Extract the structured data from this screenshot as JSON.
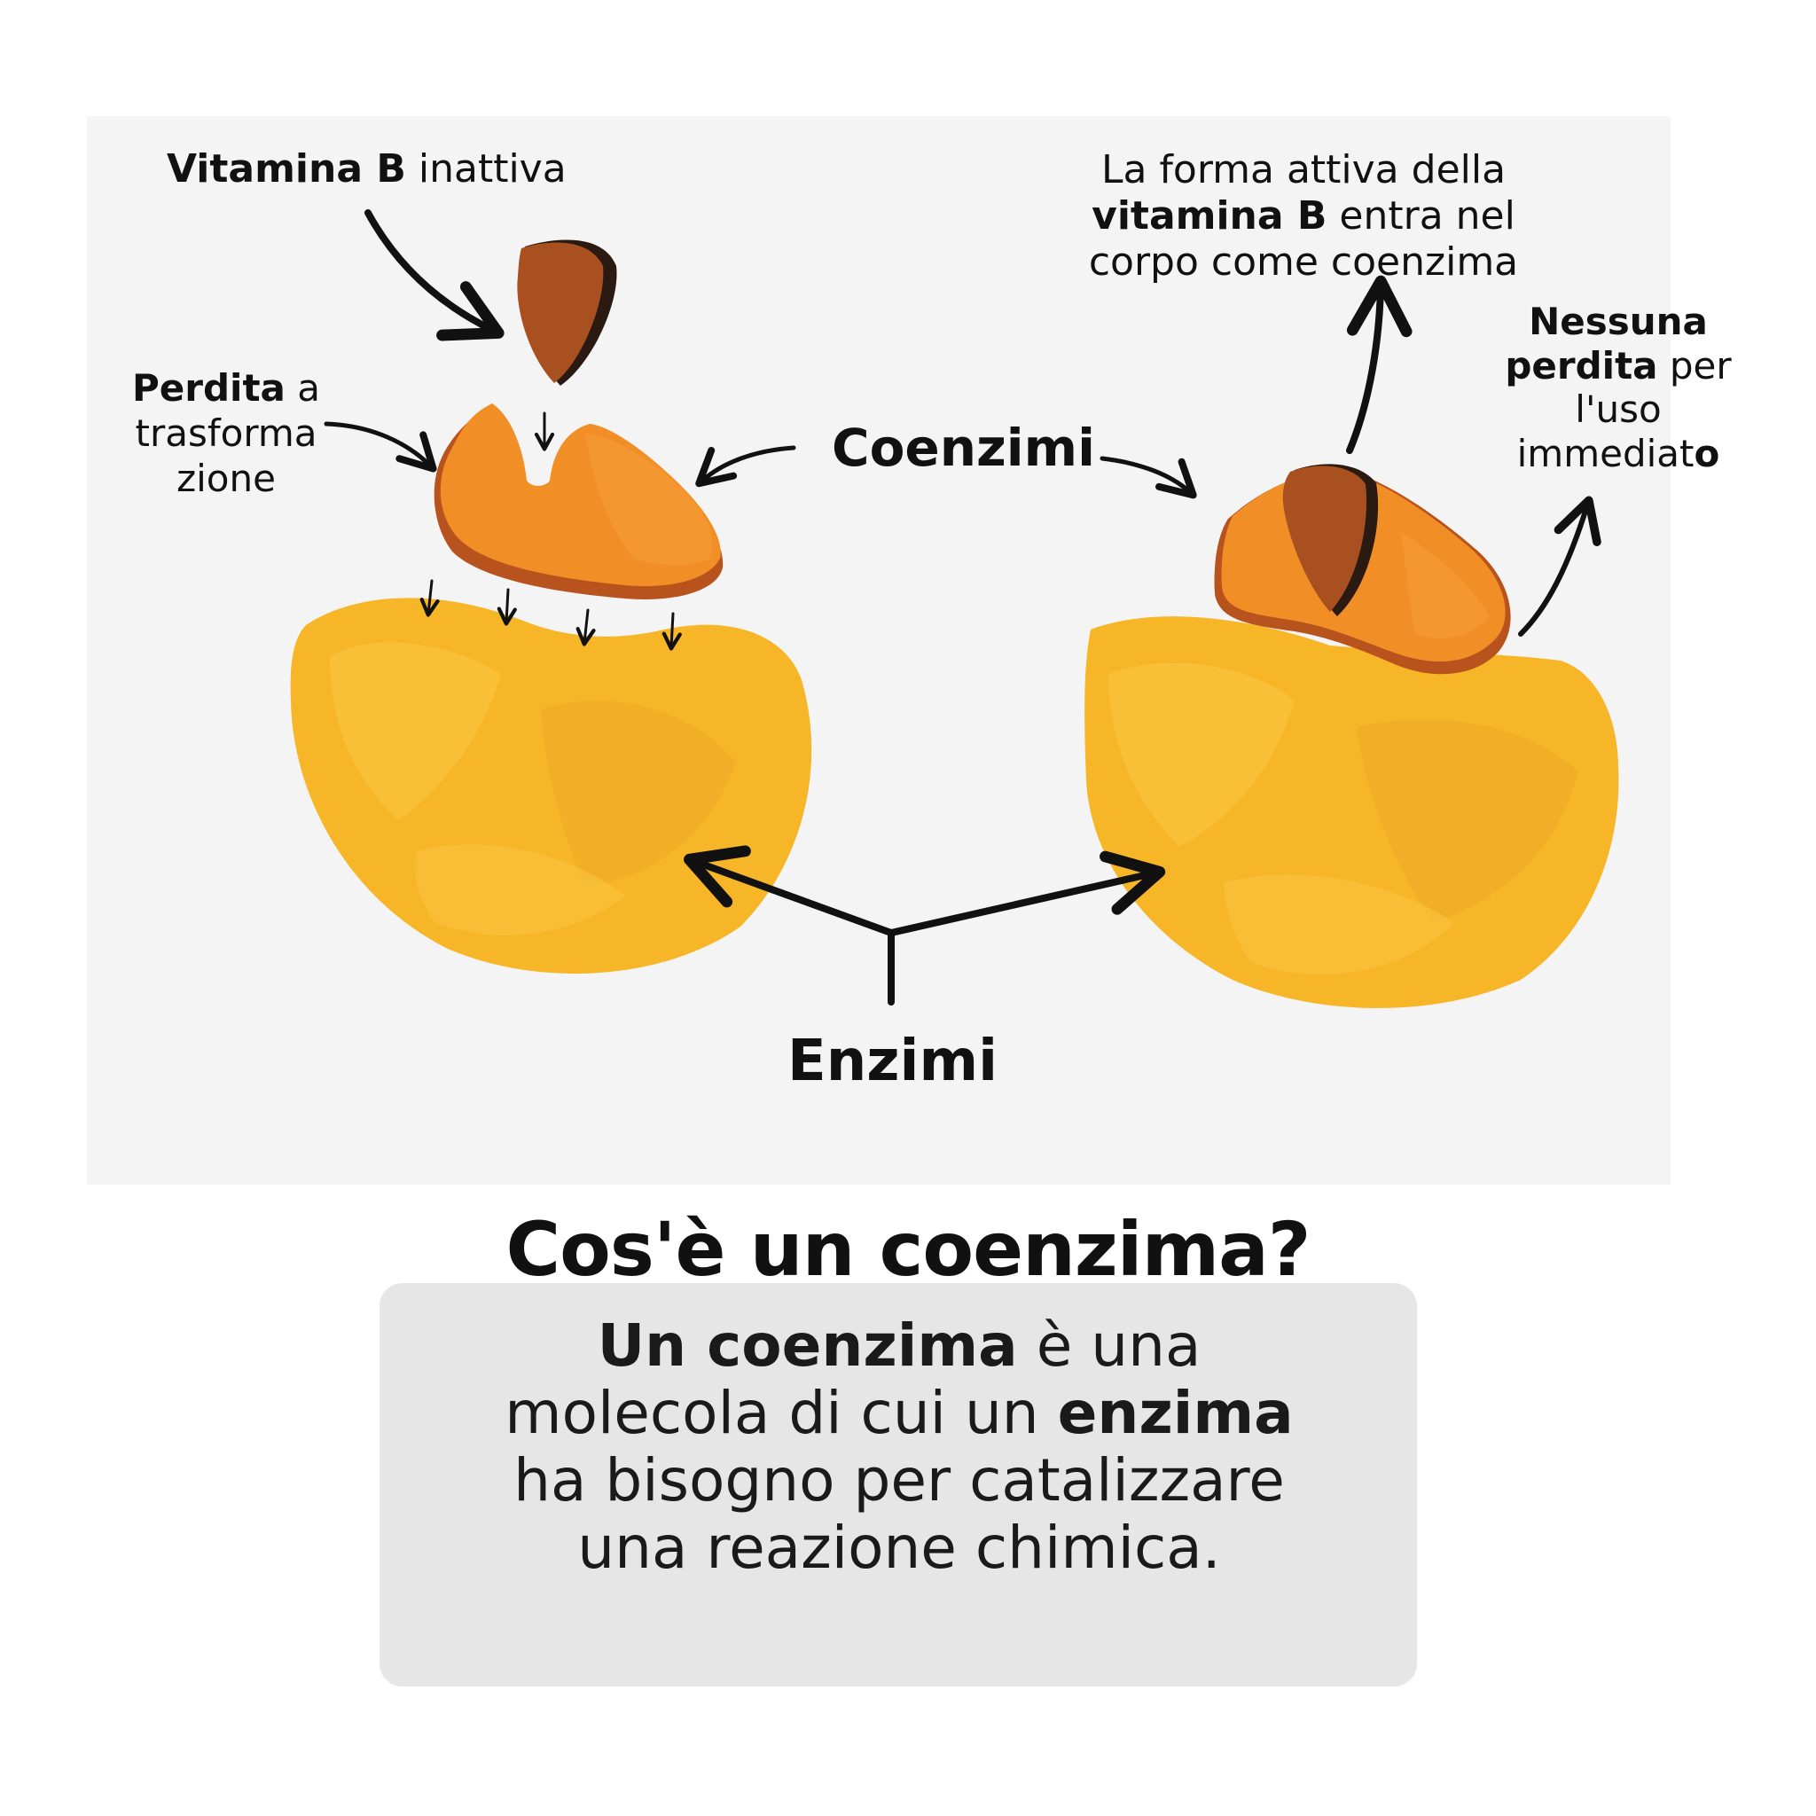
{
  "diagram": {
    "vitamin_inactive": {
      "bold": "Vitamina B",
      "rest": " inattiva"
    },
    "loss_label": {
      "bold": "Perdita",
      "rest": " a trasforma zione"
    },
    "active_form": {
      "pre": "La forma attiva della ",
      "bold": "vitamina B",
      "post": " entra nel corpo come coenzima"
    },
    "no_loss": {
      "bold": "Nessuna perdita",
      "mid": " per l'uso immediat",
      "bold_end": "o"
    },
    "coenzymes_label": "Coenzimi",
    "enzymes_label": "Enzimi"
  },
  "heading": "Cos'è un coenzima?",
  "definition": {
    "bold1": "Un coenzima",
    "text1": " è una molecola di cui un ",
    "bold2": "enzima",
    "text2": " ha bisogno per catalizzare una reazione chimica."
  },
  "colors": {
    "panel": "#f4f4f4",
    "enzyme": "#f7b528",
    "coenzyme": "#f28e26",
    "coenzyme_shadow": "#b9531d",
    "vitamin": "#a8501f",
    "definition_box": "#e6e6e6"
  }
}
